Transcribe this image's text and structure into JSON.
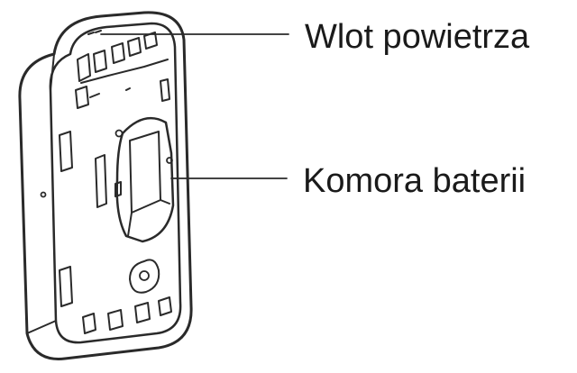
{
  "diagram": {
    "callouts": [
      {
        "id": "air-inlet",
        "label": "Wlot powietrza"
      },
      {
        "id": "battery-compartment",
        "label": "Komora baterii"
      }
    ],
    "colors": {
      "line": "#2a2a2a",
      "background": "#ffffff"
    }
  }
}
